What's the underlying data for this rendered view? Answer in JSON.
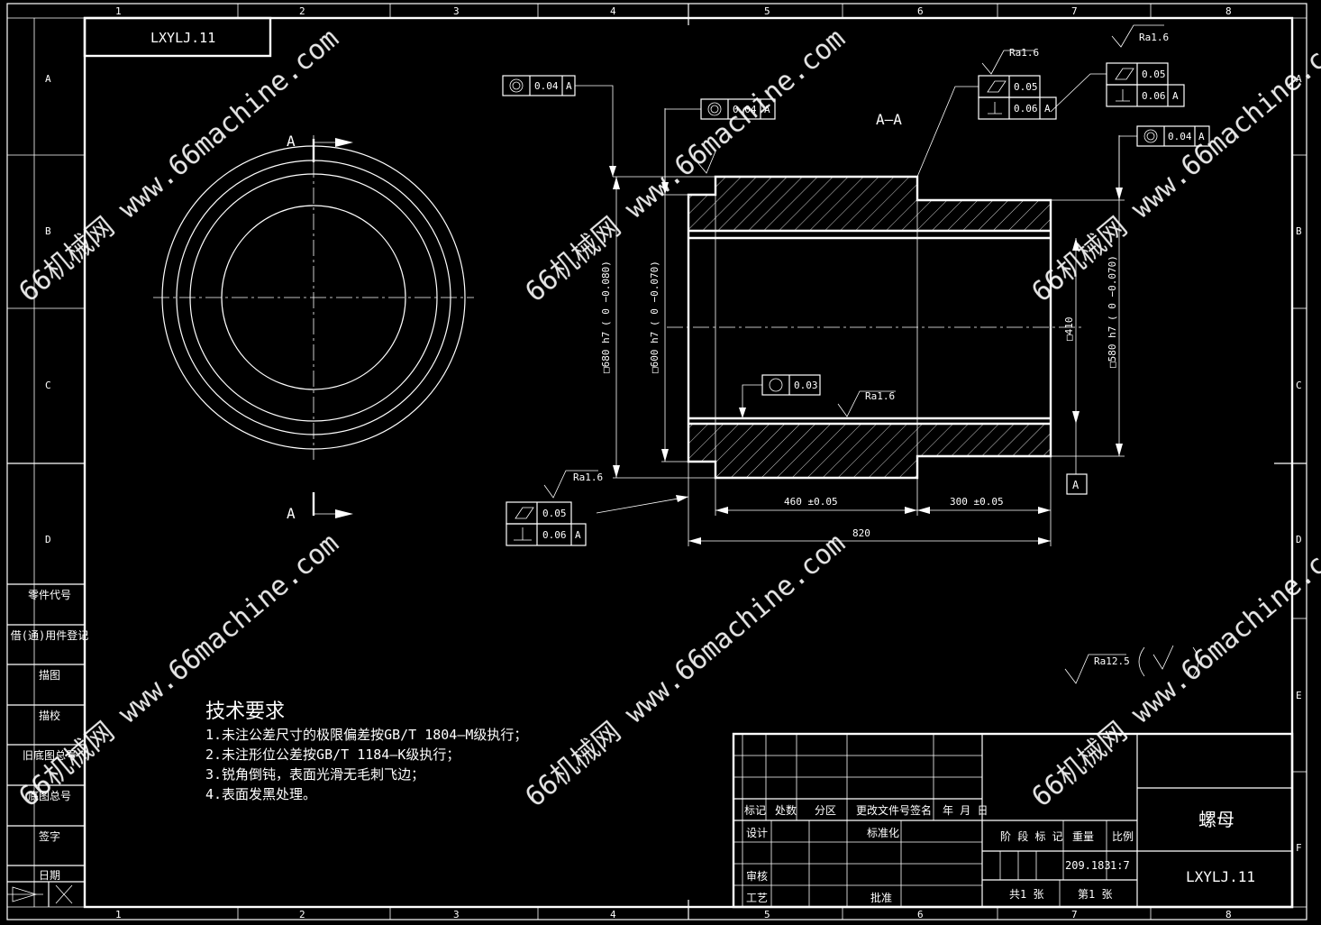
{
  "drawing_number": "LXYLJ.11",
  "part_name": "螺母",
  "section_label": "A—A",
  "view_marks": [
    "A",
    "A"
  ],
  "datum_label": "A",
  "grid_top": [
    "1",
    "2",
    "3",
    "4",
    "5",
    "6",
    "7",
    "8"
  ],
  "grid_side": [
    "A",
    "B",
    "C",
    "D",
    "E",
    "F"
  ],
  "side_table": [
    "零件代号",
    "借(通)用件登记",
    "描图",
    "描校",
    "旧底图总号",
    "底图总号",
    "签字",
    "日期"
  ],
  "tech_title": "技术要求",
  "tech_notes": [
    "1.未注公差尺寸的极限偏差按GB/T 1804—M级执行；",
    "2.未注形位公差按GB/T 1184—K级执行；",
    "3.锐角倒钝，表面光滑无毛刺飞边；",
    "4.表面发黑处理。"
  ],
  "dims": {
    "d680": "□680 h7",
    "d680_tol": "(  0  −0.080)",
    "d600": "□600 h7",
    "d600_tol": "(  0  −0.070)",
    "d410": "□410",
    "d580": "□580 h7",
    "d580_tol": "(  0  −0.070)",
    "l460": "460 ±0.05",
    "l300": "300 ±0.05",
    "l820": "820"
  },
  "gdt": {
    "conc_tl": "0.04",
    "conc_tl_ref": "A",
    "conc_tm": "0.04",
    "conc_tm_ref": "A",
    "conc_tr": "0.04",
    "conc_tr_ref": "A",
    "circ": "0.03",
    "flat_m": "0.05",
    "perp_m": "0.06",
    "perp_m_ref": "A",
    "flat_r": "0.05",
    "perp_r": "0.06",
    "perp_r_ref": "A",
    "flat_b": "0.05",
    "perp_b": "0.06",
    "perp_b_ref": "A"
  },
  "roughness": {
    "r1": "Ra1.6",
    "r2": "Ra1.6",
    "r3": "Ra1.6",
    "r4": "Ra1.6",
    "r5": "Ra12.5"
  },
  "title_block": {
    "h_mark": "标记",
    "h_count": "处数",
    "h_zone": "分区",
    "h_doc": "更改文件号",
    "h_sign": "签名",
    "h_date": "年 月 日",
    "design": "设计",
    "standardize": "标准化",
    "review": "审核",
    "process": "工艺",
    "approve": "批准",
    "stage_mark": "阶 段 标 记",
    "weight": "重量",
    "scale": "比例",
    "weight_val": "209.183",
    "scale_val": "1:7",
    "total_sheets": "共1 张",
    "sheet_no": "第1 张"
  },
  "watermark": "66机械网 www.66machine.com"
}
